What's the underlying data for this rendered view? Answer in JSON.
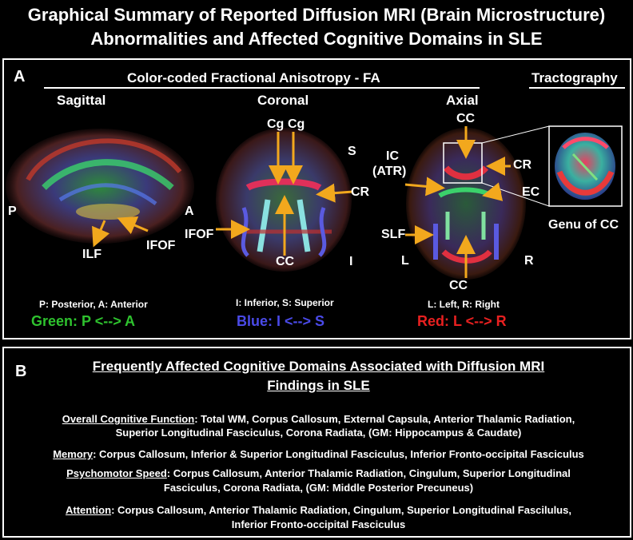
{
  "title": {
    "line1": "Graphical Summary of Reported Diffusion MRI (Brain Microstructure)",
    "line2": "Abnormalities and Affected Cognitive Domains in SLE"
  },
  "panel_a": {
    "letter": "A",
    "header": "Color-coded Fractional Anisotropy - FA",
    "tractography": "Tractography",
    "views": {
      "sagittal": "Sagittal",
      "coronal": "Coronal",
      "axial": "Axial"
    },
    "sagittal_labels": {
      "p": "P",
      "a": "A",
      "ilf": "ILF",
      "ifof": "IFOF"
    },
    "coronal_labels": {
      "cg1": "Cg",
      "cg2": "Cg",
      "s": "S",
      "cr": "CR",
      "ifof": "IFOF",
      "cc": "CC",
      "i": "I"
    },
    "axial_labels": {
      "cc_top": "CC",
      "ic": "IC",
      "atr": "(ATR)",
      "cr": "CR",
      "ec": "EC",
      "slf": "SLF",
      "l": "L",
      "r": "R",
      "cc_bottom": "CC"
    },
    "genu_label": "Genu of CC",
    "legends": {
      "sagittal_key": "P: Posterior, A: Anterior",
      "coronal_key": "I: Inferior, S: Superior",
      "axial_key": "L: Left, R: Right",
      "green": "Green: P <--> A",
      "blue": "Blue: I <--> S",
      "red": "Red: L <--> R"
    },
    "colors": {
      "green": "#2ec22e",
      "blue": "#4a4ae8",
      "red": "#e82020",
      "arrow": "#f2a81d"
    }
  },
  "panel_b": {
    "letter": "B",
    "header_line1": "Frequently Affected Cognitive Domains Associated with Diffusion MRI",
    "header_line2": "Findings in SLE",
    "domains": [
      {
        "name": "Overall Cognitive Function",
        "line1": ": Total WM, Corpus Callosum, External Capsula, Anterior Thalamic Radiation,",
        "line2": "Superior Longitudinal Fasciculus, Corona Radiata, (GM: Hippocampus & Caudate)"
      },
      {
        "name": "Memory",
        "line1": ": Corpus Callosum, Inferior & Superior Longitudinal Fasciculus, Inferior Fronto-occipital Fasciculus",
        "line2": ""
      },
      {
        "name": "Psychomotor Speed",
        "line1": ": Corpus Callosum, Anterior Thalamic Radiation, Cingulum, Superior Longitudinal",
        "line2": "Fasciculus, Corona Radiata, (GM: Middle Posterior Precuneus)"
      },
      {
        "name": "Attention",
        "line1": ": Corpus Callosum, Anterior Thalamic Radiation, Cingulum, Superior Longitudinal Fascilulus,",
        "line2": "Inferior Fronto-occipital Fasciculus"
      }
    ]
  }
}
